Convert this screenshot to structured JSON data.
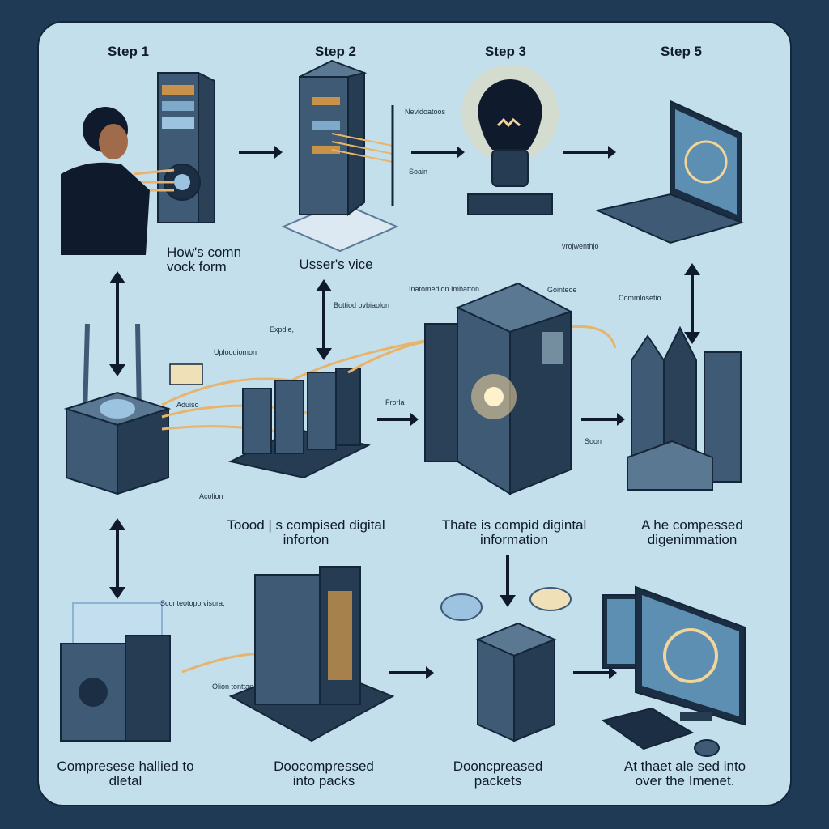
{
  "steps": [
    {
      "label": "Step 1"
    },
    {
      "label": "Step 2"
    },
    {
      "label": "Step 3"
    },
    {
      "label": "Step 5"
    }
  ],
  "captions": {
    "row1": [
      "How's comn vock form",
      "Usser's vice"
    ],
    "row2": [
      "Toood | s compised digital inforton",
      "Thate is compid digintal information",
      "A he compessed digenimmation"
    ],
    "row3": [
      "Compresese hallied to dletal",
      "Doocompressed into packs",
      "Dooncpreased packets",
      "At thaet ale sed into over the Imenet."
    ]
  },
  "small_labels": {
    "step2_top": "Nevidoatoos",
    "step2_bottom": "Soain",
    "laptop_under": "vrojwenthjo",
    "mid_updown": "Bottiod ovbiaolon",
    "inter": "Inatomedion Imbatton",
    "gaintee": "Gointeoe",
    "compl": "Commlosetio",
    "expdo": "Expdle,",
    "upbo": "Uploodiomon",
    "ad": "Aduiso",
    "acolion": "Acolion",
    "frorla": "Frorla",
    "soon": "Soon",
    "contacts": "Sconteotopo visura,",
    "olon": "Olion tonttan"
  },
  "colors": {
    "background": "#1f3a55",
    "panel": "#c3dfec",
    "device": "#3f5a74",
    "device_dark": "#263c52",
    "wire": "#e8b36a",
    "glow": "#f3d59a",
    "ink": "#0f1b2d"
  }
}
